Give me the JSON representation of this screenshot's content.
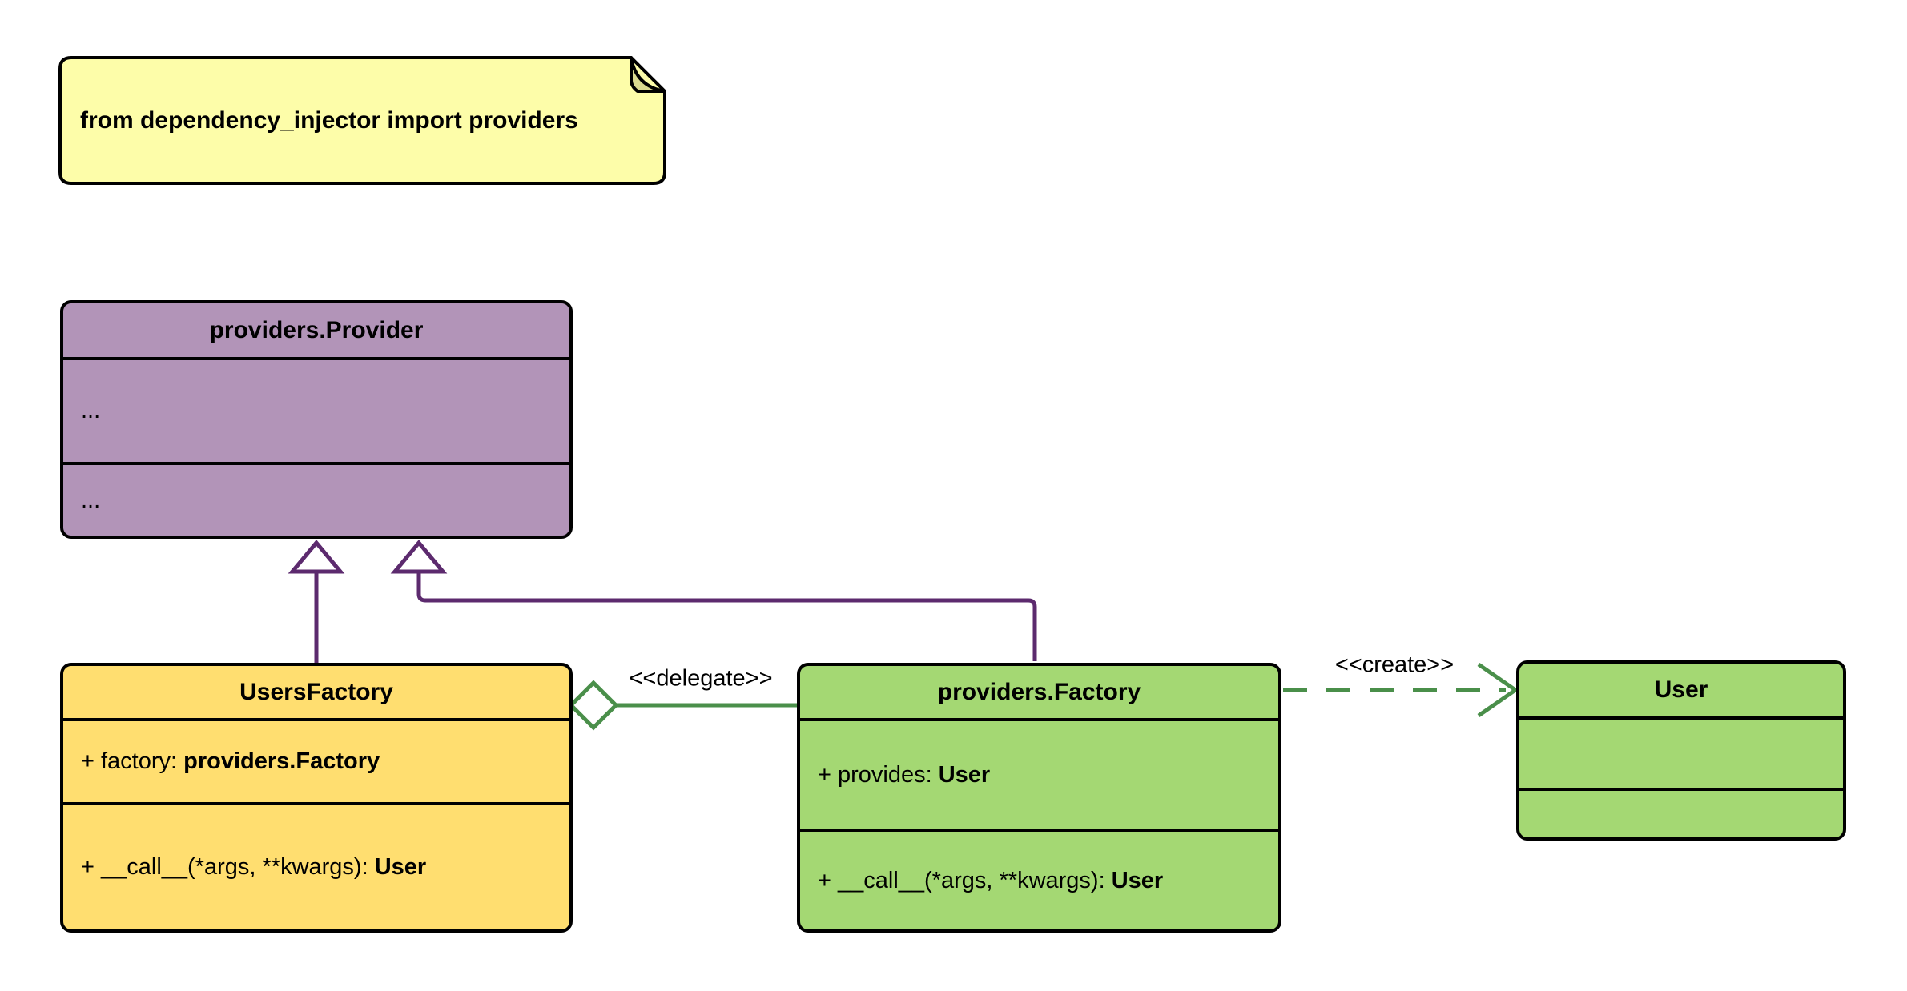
{
  "diagram_type": "uml-class-diagram",
  "note": {
    "text": "from dependency_injector import providers"
  },
  "classes": {
    "provider": {
      "name": "providers.Provider",
      "attributes": [
        {
          "prefix": "...",
          "type": ""
        }
      ],
      "methods": [
        {
          "prefix": "...",
          "type": ""
        }
      ]
    },
    "users_factory": {
      "name": "UsersFactory",
      "attributes": [
        {
          "prefix": "+ factory: ",
          "type": "providers.Factory"
        }
      ],
      "methods": [
        {
          "prefix": "+ __call__(*args, **kwargs): ",
          "type": "User"
        }
      ]
    },
    "factory": {
      "name": "providers.Factory",
      "attributes": [
        {
          "prefix": "+ provides: ",
          "type": "User"
        }
      ],
      "methods": [
        {
          "prefix": "+ __call__(*args, **kwargs): ",
          "type": "User"
        }
      ]
    },
    "user": {
      "name": "User",
      "attributes": [],
      "methods": []
    }
  },
  "edges": [
    {
      "from": "UsersFactory",
      "to": "providers.Provider",
      "type": "inheritance",
      "label": ""
    },
    {
      "from": "providers.Factory",
      "to": "providers.Provider",
      "type": "inheritance",
      "label": ""
    },
    {
      "from": "UsersFactory",
      "to": "providers.Factory",
      "type": "aggregation",
      "label": "<<delegate>>"
    },
    {
      "from": "providers.Factory",
      "to": "User",
      "type": "dashed-dependency",
      "label": "<<create>>"
    }
  ],
  "colors": {
    "note_bg": "#FDFDA9",
    "note_fold": "#D9D98F",
    "provider_bg": "#B294B8",
    "users_factory_bg": "#FFDE70",
    "factory_bg": "#A4D873",
    "user_bg": "#A4D873",
    "inheritance_line": "#5C2A6E",
    "delegate_line": "#4A8F4A",
    "border": "#000000"
  }
}
